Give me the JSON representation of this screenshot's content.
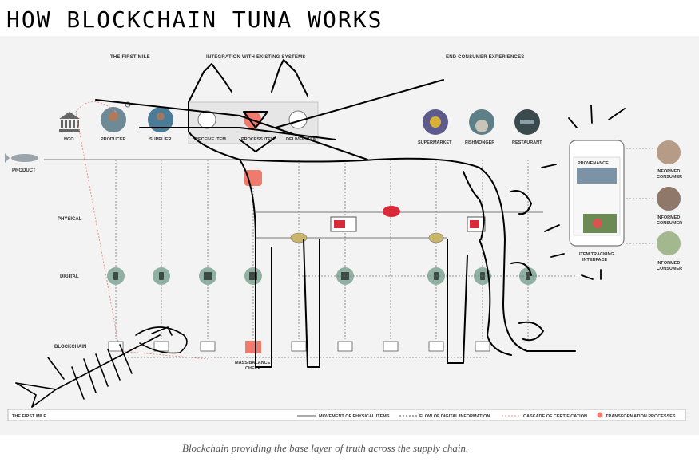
{
  "handwritten_title": "HOW BLOCKCHAIN TUNA WORKS",
  "sections": {
    "first_mile": "THE FIRST MILE",
    "integration": "INTEGRATION WITH EXISTING SYSTEMS",
    "end_consumer": "END CONSUMER EXPERIENCES"
  },
  "actors": {
    "ngo": "NGO",
    "producer": "PRODUCER",
    "supplier": "SUPPLIER",
    "receive_item": "RECEIVE ITEM",
    "process_item": "PROCESS ITEM",
    "deliver_item": "DELIVER ITEM",
    "supermarket": "SUPERMARKET",
    "fishmonger": "FISHMONGER",
    "restaurant": "RESTAURANT"
  },
  "rows": {
    "product": "PRODUCT",
    "physical": "PHYSICAL",
    "digital": "DIGITAL",
    "blockchain": "BLOCKCHAIN"
  },
  "phone": {
    "brand": "PROVENANCE",
    "label_line1": "ITEM TRACKING",
    "label_line2": "INTERFACE"
  },
  "consumers": {
    "line1": "INFORMED",
    "line2": "CONSUMER"
  },
  "mass_balance": {
    "line1": "MASS BALANCE",
    "line2": "CHECK"
  },
  "legend": {
    "title": "THE FIRST MILE",
    "movement": "MOVEMENT OF PHYSICAL ITEMS",
    "flow": "FLOW OF DIGITAL INFORMATION",
    "cascade": "CASCADE OF CERTIFICATION",
    "transformation": "TRANSFORMATION PROCESSES"
  },
  "caption": "Blockchain providing the base layer of truth across the supply chain.",
  "colors": {
    "panel": "#f3f3f3",
    "accent_red": "#ef7b6e",
    "digital_green": "#8fb0a3",
    "line_gray": "#777777",
    "dotted_red": "#e8948a"
  }
}
